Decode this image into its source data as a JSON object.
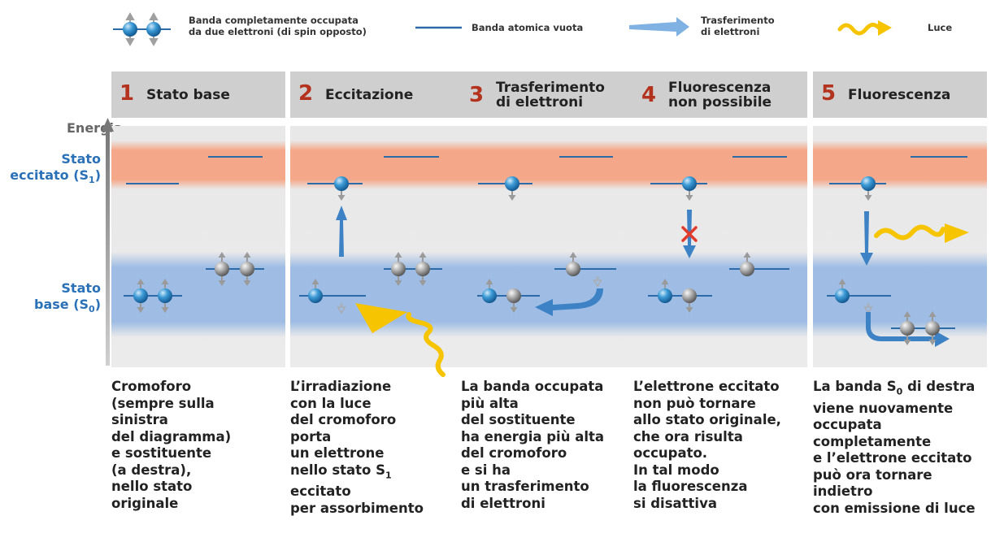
{
  "legend": {
    "occupied_band": "Banda completamente occupata da due elettroni (di spin opposto)",
    "occupied_band_line1": "Banda completamente occupata",
    "occupied_band_line2": "da due elettroni (di spin opposto)",
    "empty_band": "Banda atomica vuota",
    "transfer_line1": "Trasferimento",
    "transfer_line2": "di elettroni",
    "light": "Luce"
  },
  "axis": {
    "energy": "Energia",
    "excited_line1": "Stato",
    "excited_line2": "eccitato (S",
    "excited_sub": "1",
    "ground_line1": "Stato",
    "ground_line2": "base (S",
    "ground_sub": "0"
  },
  "panels": [
    {
      "number": "1",
      "title_line1": "Stato base",
      "title_line2": "",
      "desc": [
        "Cromoforo",
        "(sempre sulla",
        "sinistra",
        "del diagramma)",
        "e sostituente",
        "(a destra),",
        "nello stato",
        "originale"
      ]
    },
    {
      "number": "2",
      "title_line1": "Eccitazione",
      "title_line2": "",
      "desc": [
        "L’irradiazione",
        "con la luce",
        "del cromoforo",
        "porta",
        "un elettrone",
        "nello stato S",
        "eccitato",
        "per assorbimento"
      ],
      "desc_sub_line": 5,
      "desc_sub": "1"
    },
    {
      "number": "3",
      "title_line1": "Trasferimento",
      "title_line2": "di elettroni",
      "desc": [
        "La banda occupata",
        "più alta",
        "del sostituente",
        "ha energia più alta",
        "del cromoforo",
        "e si ha",
        "un trasferimento",
        "di elettroni"
      ]
    },
    {
      "number": "4",
      "title_line1": "Fluorescenza",
      "title_line2": "non possibile",
      "desc": [
        "L’elettrone eccitato",
        "non può tornare",
        "allo stato originale,",
        "che ora risulta",
        "occupato.",
        "In tal modo",
        "la fluorescenza",
        "si disattiva"
      ]
    },
    {
      "number": "5",
      "title_line1": "Fluorescenza",
      "title_line2": "",
      "desc": [
        "La banda S",
        "viene nuovamente",
        "occupata",
        "completamente",
        "e l’elettrone eccitato",
        "può ora tornare",
        "indietro",
        "con emissione di luce"
      ],
      "desc_sub_line": 0,
      "desc_sub": "0",
      "desc_sub_after": " di destra"
    }
  ],
  "colors": {
    "accent_number": "#b3331e",
    "label_blue": "#2a71b8",
    "excited_band": "#f5a889",
    "ground_band": "#9fbde4",
    "transfer_arrow": "#3d82c4",
    "light_wave": "#f6c400"
  }
}
